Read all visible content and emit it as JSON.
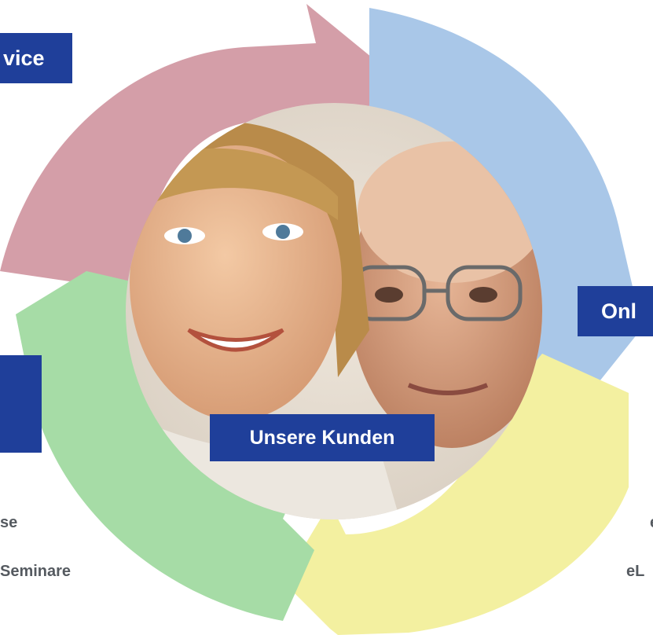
{
  "colors": {
    "arrow_pink": "#d49ea8",
    "arrow_blue": "#a9c7e8",
    "arrow_green": "#a6dca6",
    "arrow_yellow": "#f3f0a0",
    "label_bg": "#1f3f9a",
    "label_text": "#ffffff",
    "subtext": "#555a60"
  },
  "center": {
    "label": "Unsere Kunden",
    "photo_description": "smiling woman and man with glasses"
  },
  "labels": {
    "top_left": "vice",
    "right": "Onl",
    "left": ""
  },
  "items": {
    "bottom_left": [
      "se",
      "Seminare"
    ],
    "bottom_right": [
      "e",
      "eL"
    ]
  }
}
